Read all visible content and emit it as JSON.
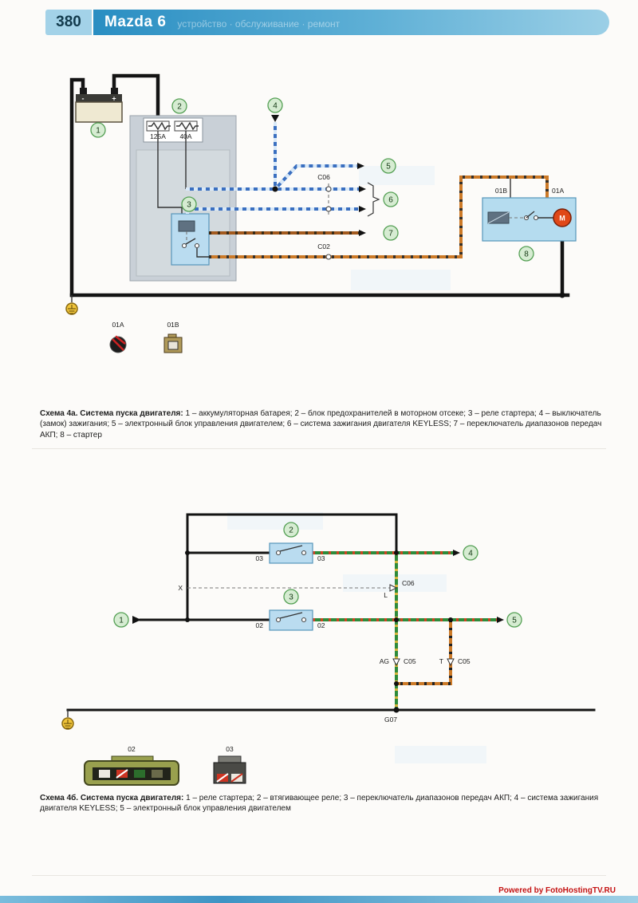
{
  "header": {
    "page_number": "380",
    "brand": "Mazda 6",
    "subtitle": "устройство · обслуживание · ремонт"
  },
  "diagram_a": {
    "callouts": {
      "c1": "1",
      "c2": "2",
      "c3": "3",
      "c4": "4",
      "c5": "5",
      "c6": "6",
      "c7": "7",
      "c8": "8"
    },
    "battery": {
      "minus": "-",
      "plus": "+"
    },
    "fuses": {
      "f1": "125A",
      "f2": "40A"
    },
    "connectors": {
      "c06": "C06",
      "c02": "C02",
      "pin_01b": "01B",
      "pin_01a": "01A"
    },
    "motor_label": "M",
    "legend": {
      "item_01a": "01A",
      "item_01b": "01B"
    }
  },
  "caption_a": {
    "title": "Схема 4а. Система пуска двигателя:",
    "body": " 1 – аккумуляторная батарея; 2 – блок предохранителей в моторном отсеке; 3 – реле стартера; 4 – выключатель (замок) зажигания; 5 – электронный блок управления двигателем; 6 – система зажигания двигателя KEYLESS; 7 – переключатель диапазонов передач АКП; 8 – стартер"
  },
  "diagram_b": {
    "callouts": {
      "c1": "1",
      "c2": "2",
      "c3": "3",
      "c4": "4",
      "c5": "5"
    },
    "pins": {
      "relay2_left": "03",
      "relay2_right": "03",
      "relay3_left": "02",
      "relay3_right": "02"
    },
    "connectors": {
      "x": "X",
      "l": "L",
      "c06": "C06",
      "ag": "AG",
      "c05_left": "C05",
      "t": "T",
      "c05_right": "C05",
      "g07": "G07"
    },
    "plugs": {
      "p02": "02",
      "p03": "03"
    }
  },
  "caption_b": {
    "title": "Схема 4б. Система пуска двигателя:",
    "body": " 1 – реле стартера; 2 – втягивающее реле; 3 – переключатель диапазонов передач АКП; 4 – система зажигания двигателя KEYLESS; 5 – электронный блок управления двигателем"
  },
  "footer": {
    "credit": "Powered by FotoHostingTV.RU"
  },
  "colors": {
    "accent_blue": "#2a8ec2",
    "wire_blue": "#3a6fc0",
    "wire_brown": "#a35a1e",
    "wire_orange": "#cc7a28",
    "wire_green": "#2e8b3a",
    "callout_green": "#d6ecd2",
    "credit_red": "#c41212"
  }
}
